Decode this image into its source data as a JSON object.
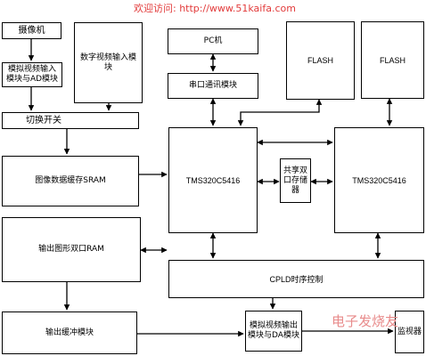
{
  "header": {
    "watermark": "欢迎访问: http://www.51kaifa.com"
  },
  "blocks": {
    "camera": "摄像机",
    "digital_video_input": "数字视频输入模块",
    "pc": "PC机",
    "flash_1": "FLASH",
    "flash_2": "FLASH",
    "analog_video_input": "模拟视频输入模块与AD模块",
    "serial_comm": "串口通讯模块",
    "switch": "切换开关",
    "dsp_1": "TMS320C5416",
    "dsp_2": "TMS320C5416",
    "shared_dualport": "共享双口存储器",
    "image_buffer": "图像数据缓存SRAM",
    "output_dualport_ram": "输出图形双口RAM",
    "cpld": "CPLD时序控制",
    "output_buffer": "输出缓冲模块",
    "analog_video_output": "模拟视频输出模块与DA模块",
    "monitor": "监视器"
  },
  "footer": {
    "logo": "电子发烧友"
  },
  "colors": {
    "line": "#000000",
    "watermark": "#e23b3b",
    "logo": "#e88b8b"
  }
}
